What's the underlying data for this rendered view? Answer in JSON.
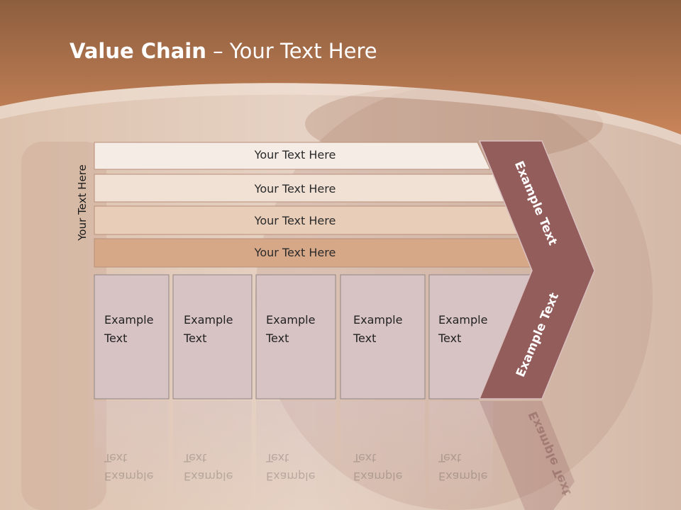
{
  "slide": {
    "title_bold": "Value Chain",
    "title_rest": " – Your Text Here",
    "vertical_label": "Your Text Here",
    "bars": [
      "Your Text Here",
      "Your Text Here",
      "Your Text Here",
      "Your Text Here"
    ],
    "cells": [
      {
        "line1": "Example",
        "line2": "Text"
      },
      {
        "line1": "Example",
        "line2": "Text"
      },
      {
        "line1": "Example",
        "line2": "Text"
      },
      {
        "line1": "Example",
        "line2": "Text"
      },
      {
        "line1": "Example",
        "line2": "Text"
      }
    ],
    "chevron_upper": "Example Text",
    "chevron_lower": "Example Text"
  },
  "colors": {
    "header": "#b87649",
    "bar1": "#f6ece6",
    "bar2": "#f1e0d4",
    "bar3": "#e8cdb8",
    "bar4": "#d7a888",
    "cell": "#d8c3c4",
    "chevron": "#935d5c"
  }
}
